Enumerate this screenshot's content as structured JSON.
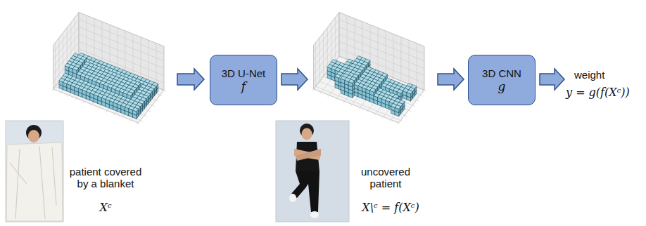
{
  "diagram": {
    "nodes": [
      {
        "text": [
          "3D U-Net",
          "f"
        ]
      },
      {
        "text": [
          "3D CNN",
          "g"
        ]
      }
    ],
    "labels": [
      "patient covered by a blanket",
      "Xᶜ",
      "uncovered patient",
      "X\\ᶜ = f(Xᶜ)",
      "weight",
      "y = g(f(Xᶜ))"
    ]
  }
}
